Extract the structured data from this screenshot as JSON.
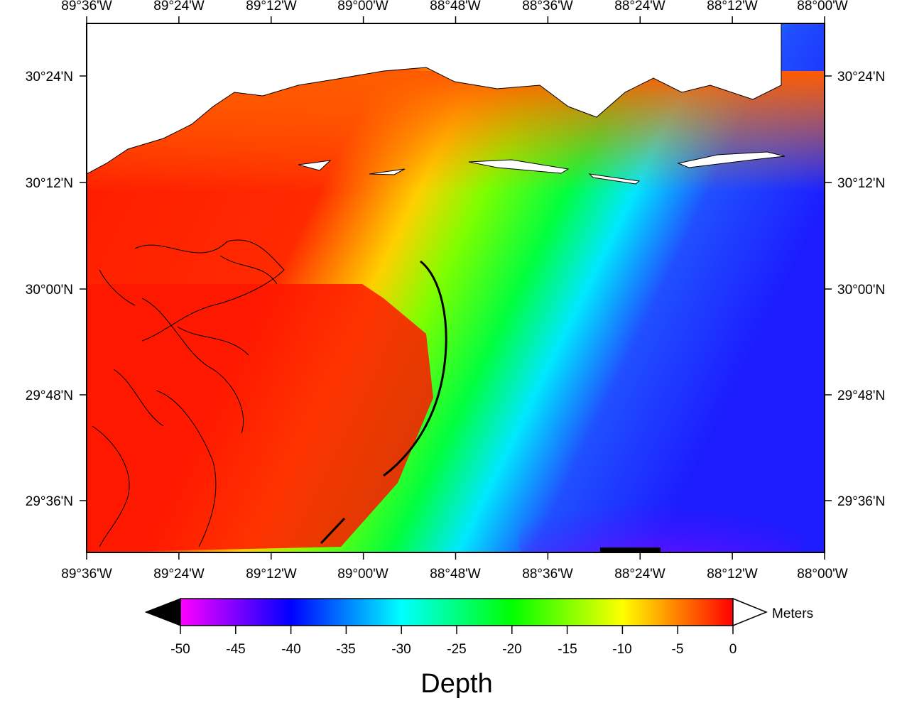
{
  "map": {
    "lat_labels": [
      "30°24'N",
      "30°12'N",
      "30°00'N",
      "29°48'N",
      "29°36'N"
    ],
    "lon_labels": [
      "89°36'W",
      "89°24'W",
      "89°12'W",
      "89°00'W",
      "88°48'W",
      "88°36'W",
      "88°24'W",
      "88°12'W",
      "88°00'W"
    ],
    "land_color": "#ffffff",
    "coastline_color": "#000000"
  },
  "colorbar": {
    "title": "Depth",
    "unit": "Meters",
    "tick_labels": [
      "-50",
      "-45",
      "-40",
      "-35",
      "-30",
      "-25",
      "-20",
      "-15",
      "-10",
      "-5",
      "0"
    ],
    "range": [
      -50,
      0
    ],
    "stops": [
      "#ff00ff",
      "#0000ff",
      "#00ffff",
      "#00ff00",
      "#ffff00",
      "#ff0000"
    ],
    "below_color": "#000000",
    "above_color": "#ffffff"
  }
}
